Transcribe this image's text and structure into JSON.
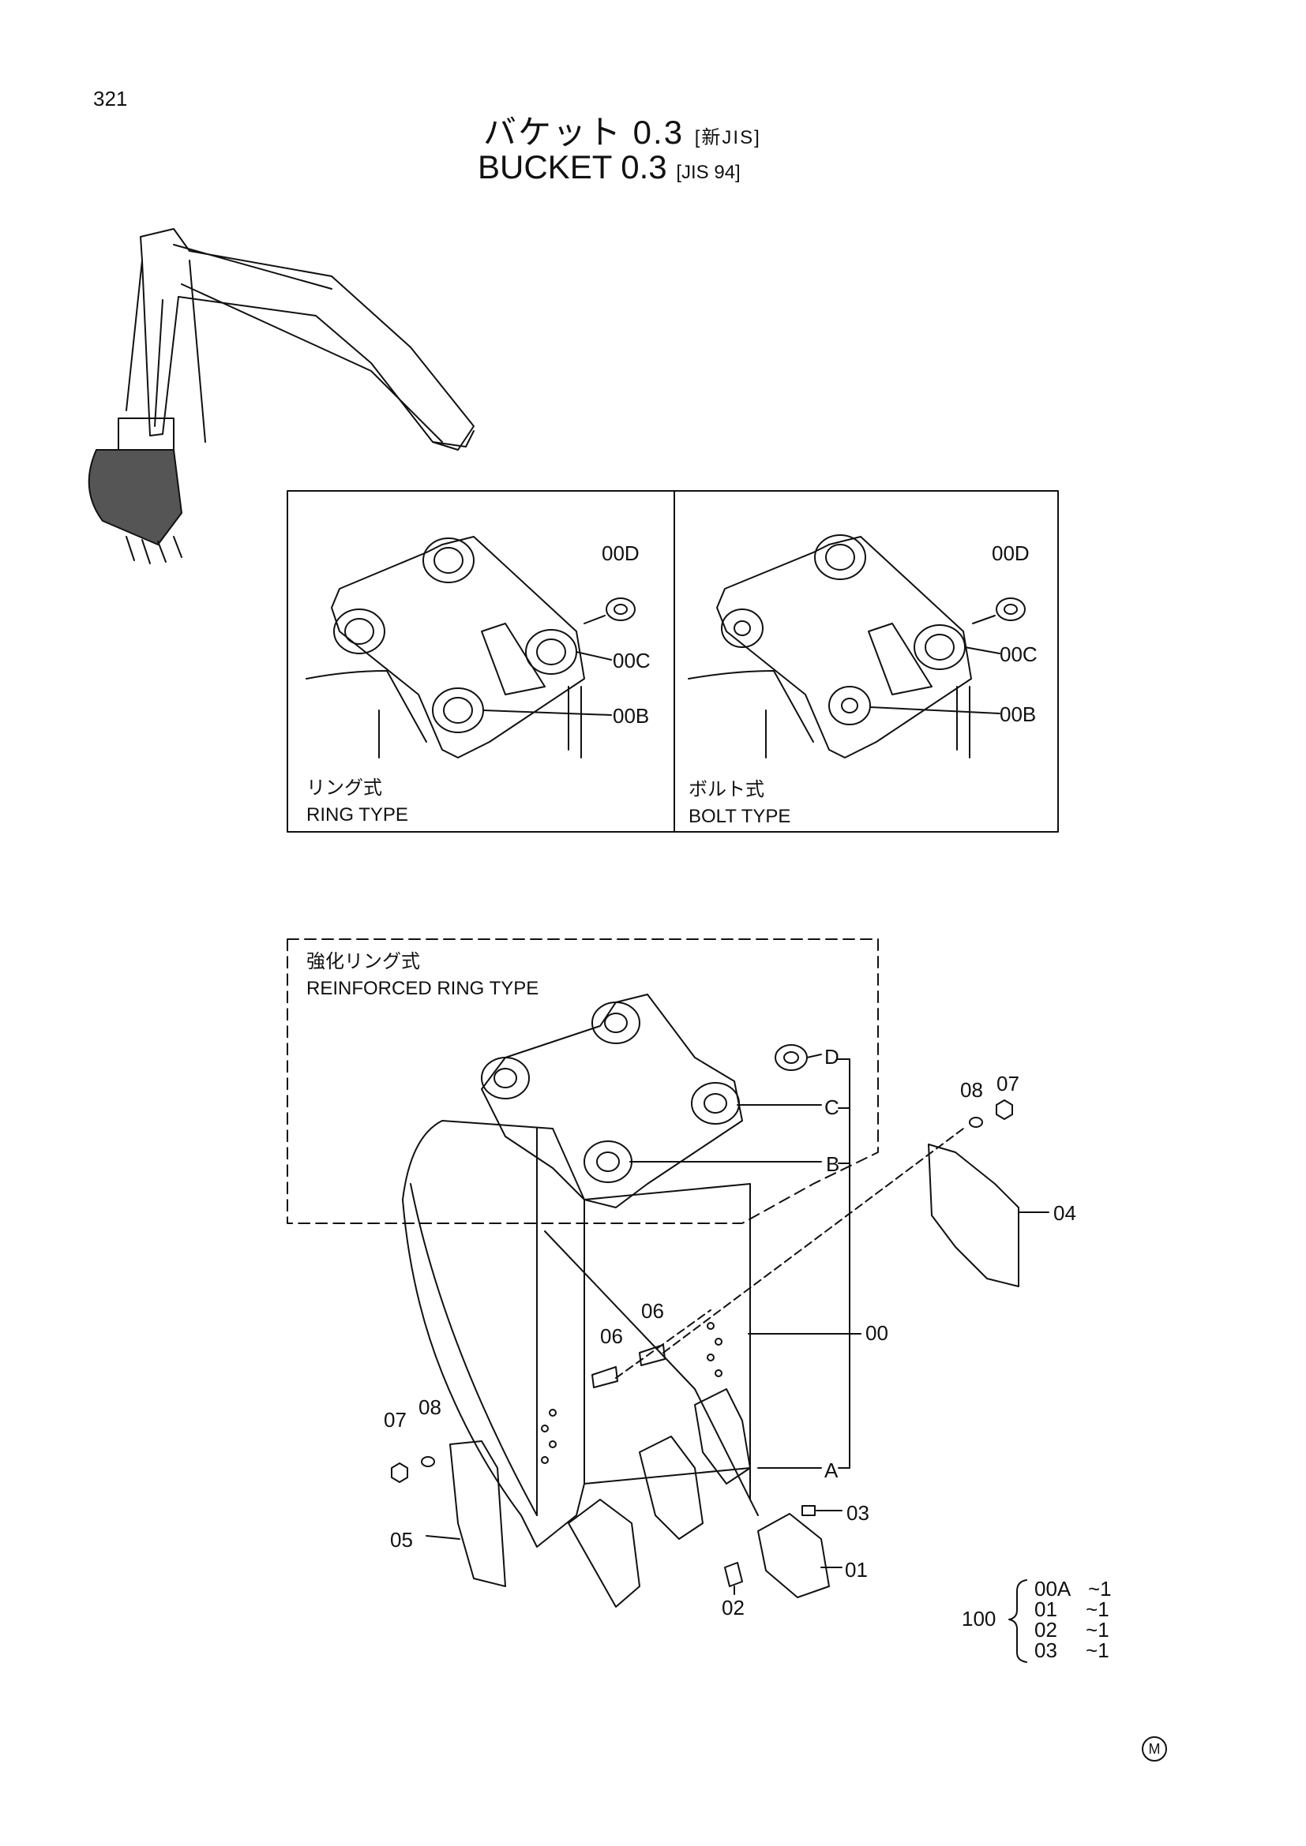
{
  "page_number": "321",
  "title": {
    "jp_main": "バケット 0.3",
    "jp_tag": "[新JIS]",
    "en_main": "BUCKET 0.3",
    "en_tag": "[JIS 94]"
  },
  "panels": {
    "ring": {
      "caption_jp": "リング式",
      "caption_en": "RING TYPE",
      "labels": {
        "d": "00D",
        "c": "00C",
        "b": "00B"
      }
    },
    "bolt": {
      "caption_jp": "ボルト式",
      "caption_en": "BOLT TYPE",
      "labels": {
        "d": "00D",
        "c": "00C",
        "b": "00B"
      }
    }
  },
  "reinforced": {
    "caption_jp": "強化リング式",
    "caption_en": "REINFORCED RING TYPE"
  },
  "callouts": {
    "d": "D",
    "c": "C",
    "b": "B",
    "a": "A",
    "p00": "00",
    "p01": "01",
    "p02": "02",
    "p03": "03",
    "p04": "04",
    "p05": "05",
    "p06a": "06",
    "p06b": "06",
    "p07a": "07",
    "p07b": "07",
    "p08a": "08",
    "p08b": "08"
  },
  "kit": {
    "number": "100",
    "rows": [
      {
        "part": "00A",
        "qty": "~1"
      },
      {
        "part": "01",
        "qty": "~1"
      },
      {
        "part": "02",
        "qty": "~1"
      },
      {
        "part": "03",
        "qty": "~1"
      }
    ]
  },
  "mark": "M"
}
